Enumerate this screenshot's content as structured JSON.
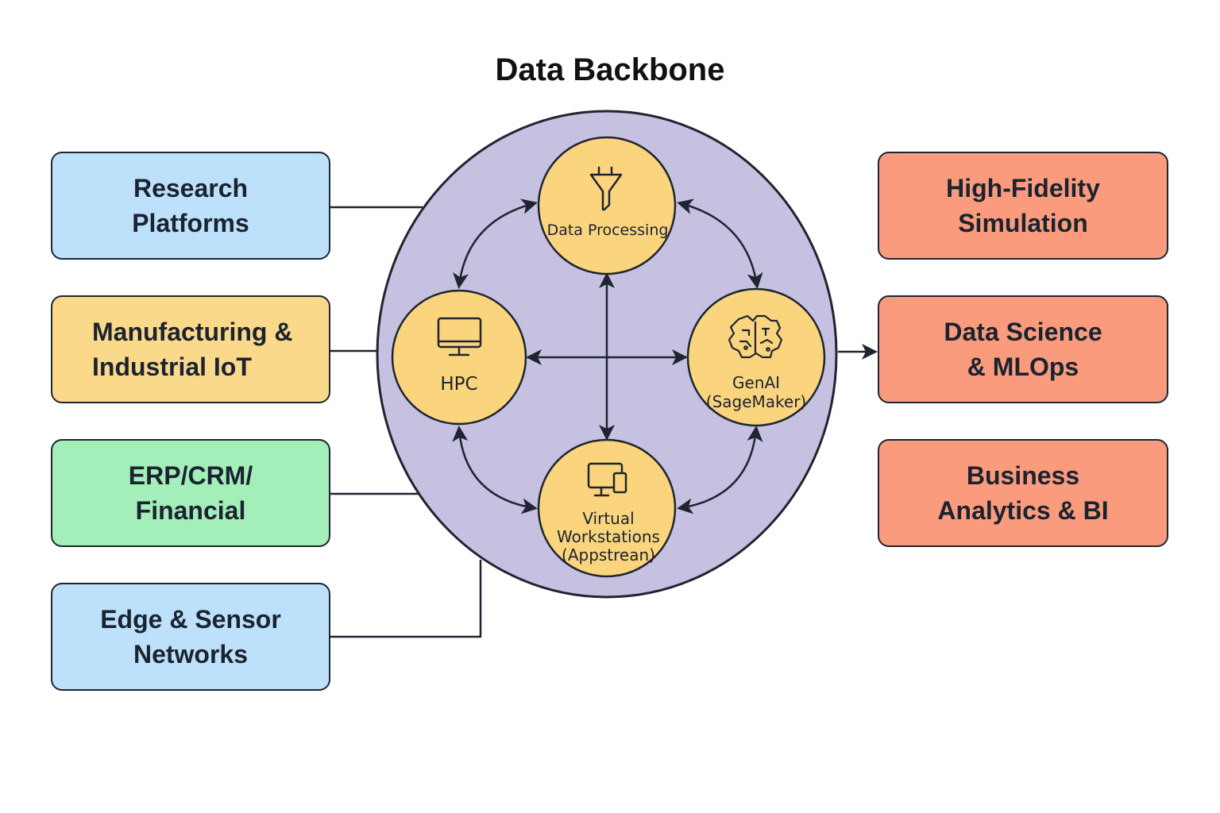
{
  "title": "Data Backbone",
  "sources": [
    {
      "lines": [
        "Research",
        "Platforms"
      ],
      "color": "#bde0fb"
    },
    {
      "lines": [
        "Manufacturing &",
        "Industrial IoT"
      ],
      "color": "#fbd98a"
    },
    {
      "lines": [
        "ERP/CRM/",
        "Financial"
      ],
      "color": "#a3eeb9"
    },
    {
      "lines": [
        "Edge & Sensor",
        "Networks"
      ],
      "color": "#bde0fb"
    }
  ],
  "outputs": [
    {
      "lines": [
        "High-Fidelity",
        "Simulation"
      ]
    },
    {
      "lines": [
        "Data Science",
        "& MLOps"
      ]
    },
    {
      "lines": [
        "Business",
        "Analytics & BI"
      ]
    }
  ],
  "hub": {
    "nodes": {
      "data_processing": {
        "lines": [
          "Data Processing"
        ],
        "icon": "funnel-icon"
      },
      "hpc": {
        "lines": [
          "HPC"
        ],
        "icon": "monitor-icon"
      },
      "genai": {
        "lines": [
          "GenAI",
          "(SageMaker)"
        ],
        "icon": "circuit-brain-icon"
      },
      "virtual_workstations": {
        "lines": [
          "Virtual",
          "Workstations",
          "(Appstrean)"
        ],
        "icon": "devices-icon"
      }
    }
  },
  "colors": {
    "hub_fill": "#c6c0e1",
    "node_fill": "#fbd57e",
    "output_fill": "#fb9b7d",
    "stroke": "#1f2530"
  }
}
